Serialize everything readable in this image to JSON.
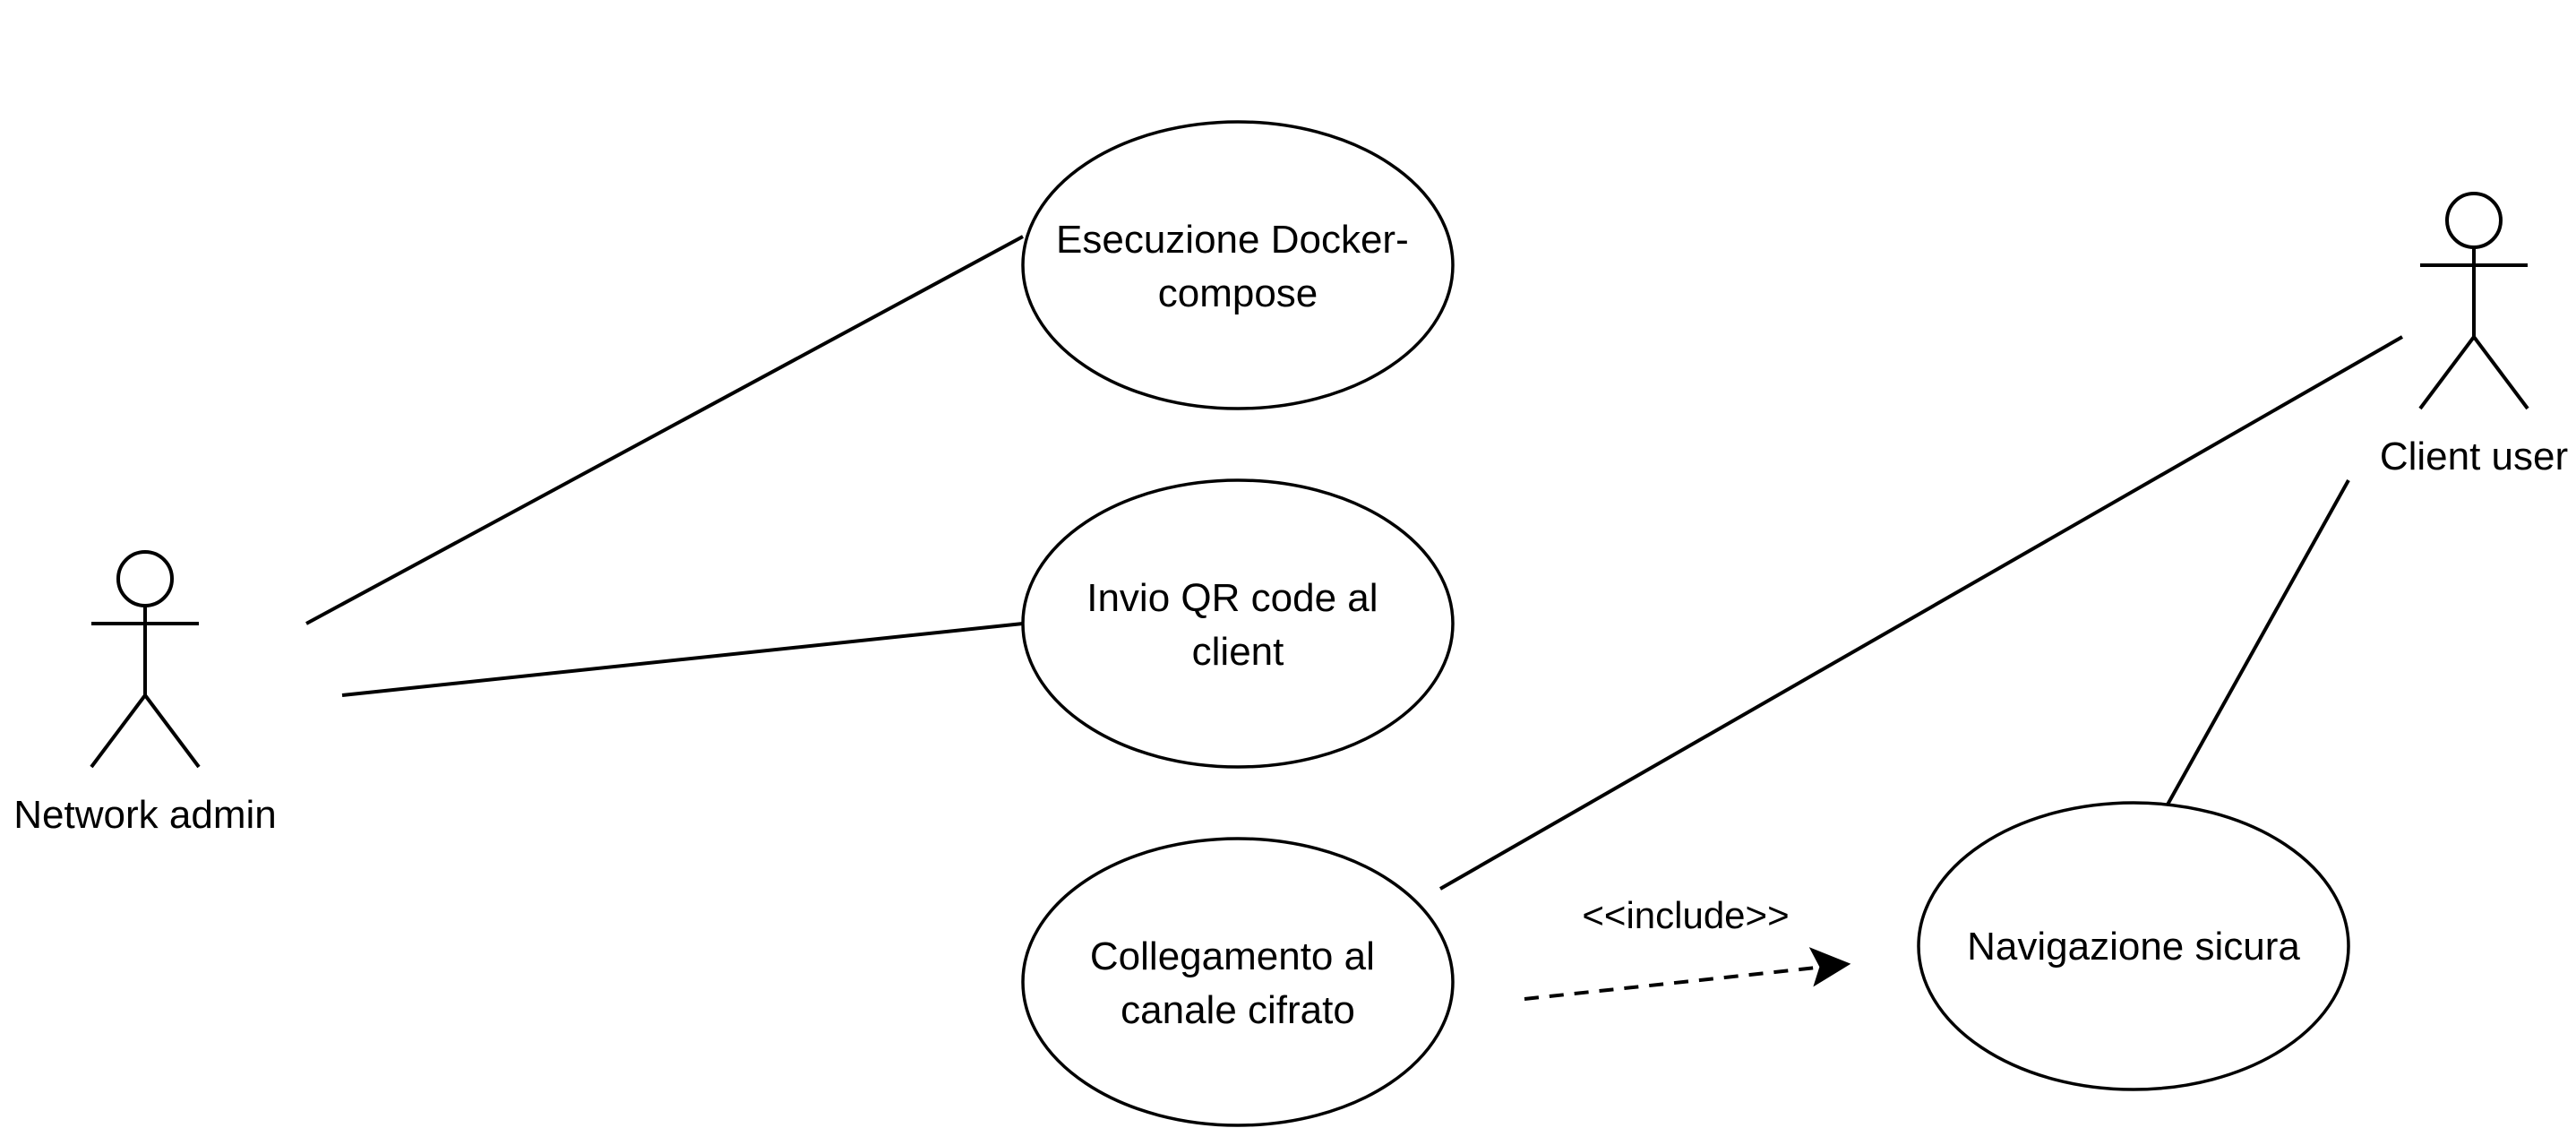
{
  "actors": {
    "network_admin": {
      "label": "Network admin"
    },
    "client_user": {
      "label": "Client user"
    }
  },
  "use_cases": {
    "docker": {
      "lines": [
        "Esecuzione Docker-",
        "compose"
      ]
    },
    "qr": {
      "lines": [
        "Invio QR code al",
        "client"
      ]
    },
    "canale": {
      "lines": [
        "Collegamento al",
        "canale cifrato"
      ]
    },
    "navigazione": {
      "lines": [
        "Navigazione sicura"
      ]
    }
  },
  "relations": {
    "include_label": "<<include>>"
  },
  "colors": {
    "stroke": "#000000",
    "background": "#ffffff"
  }
}
